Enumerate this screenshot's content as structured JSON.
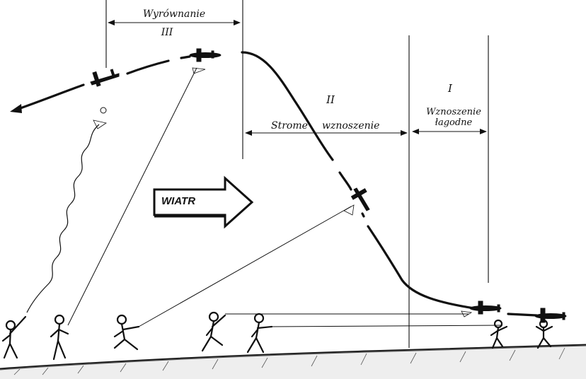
{
  "phases": {
    "leveling": {
      "numeral": "III",
      "label": "Wyrównanie"
    },
    "steep": {
      "numeral": "II",
      "label_line1": "Strome",
      "label_line2": "wznoszenie"
    },
    "gentle": {
      "numeral": "I",
      "label_line1": "Wznoszenie",
      "label_line2": "łagodne"
    }
  },
  "wind": {
    "label": "WIATR"
  },
  "colors": {
    "ink": "#111111",
    "background": "#ffffff"
  }
}
